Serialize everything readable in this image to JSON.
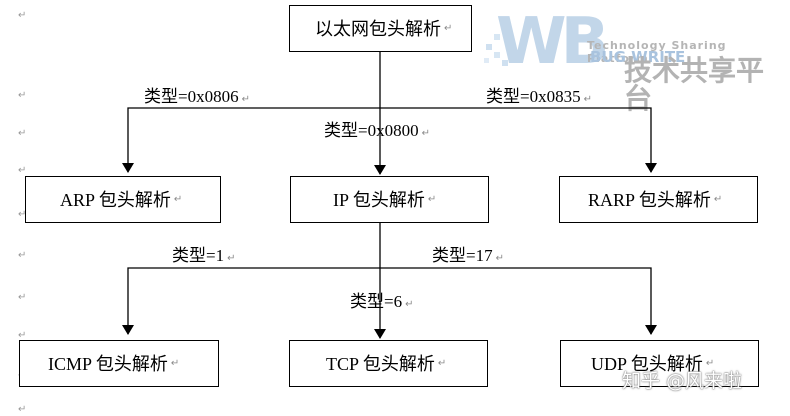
{
  "diagram": {
    "nodes": {
      "ethernet": "以太网包头解析",
      "arp": "ARP 包头解析",
      "ip": "IP 包头解析",
      "rarp": "RARP 包头解析",
      "icmp": "ICMP 包头解析",
      "tcp": "TCP 包头解析",
      "udp": "UDP 包头解析"
    },
    "edges": {
      "arp_type": "类型=0x0806",
      "rarp_type": "类型=0x0835",
      "ip_type": "类型=0x0800",
      "icmp_type": "类型=1",
      "tcp_type": "类型=6",
      "udp_type": "类型=17"
    }
  },
  "paragraph_mark": "↵",
  "logo": {
    "letters": "WB",
    "sub": "BUG WRITE",
    "tagline": "Technology Sharing Platform",
    "chinese": "技术共享平台",
    "color": "#b8cfe6"
  },
  "watermark": "知乎 @风来啦"
}
